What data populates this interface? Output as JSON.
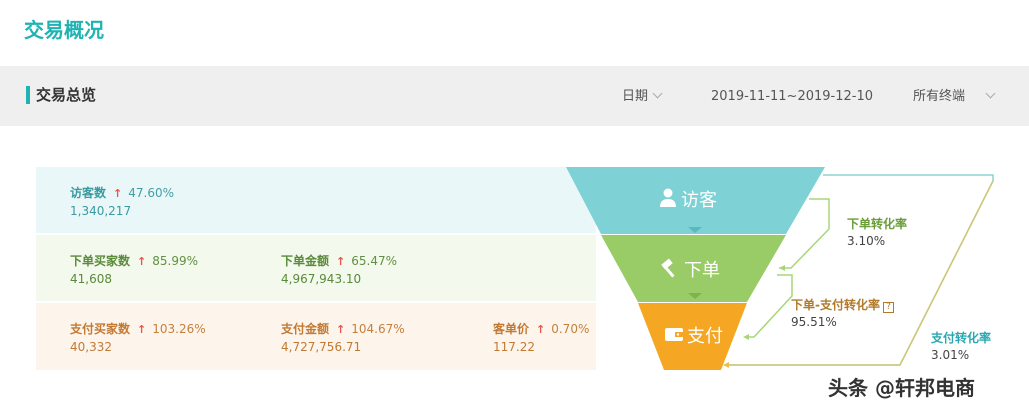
{
  "page_title": "交易概况",
  "toolbar": {
    "section_title": "交易总览",
    "date_label": "日期",
    "date_range": "2019-11-11~2019-12-10",
    "terminal_label": "所有终端"
  },
  "rows": [
    {
      "metrics": [
        {
          "label": "访客数",
          "pct": "47.60%",
          "value": "1,340,217"
        }
      ]
    },
    {
      "metrics": [
        {
          "label": "下单买家数",
          "pct": "85.99%",
          "value": "41,608"
        },
        {
          "label": "下单金额",
          "pct": "65.47%",
          "value": "4,967,943.10"
        }
      ]
    },
    {
      "metrics": [
        {
          "label": "支付买家数",
          "pct": "103.26%",
          "value": "40,332"
        },
        {
          "label": "支付金额",
          "pct": "104.67%",
          "value": "4,727,756.71"
        },
        {
          "label": "客单价",
          "pct": "0.70%",
          "value": "117.22"
        }
      ]
    }
  ],
  "funnel": {
    "stage1": "访客",
    "stage2": "下单",
    "stage3": "支付",
    "colors": {
      "stage1": "#7ed1d5",
      "stage2": "#99cc66",
      "stage3": "#f5a623"
    }
  },
  "rates": {
    "order_rate": {
      "label": "下单转化率",
      "value": "3.10%"
    },
    "order_pay_rate": {
      "label": "下单-支付转化率",
      "value": "95.51%"
    },
    "pay_rate": {
      "label": "支付转化率",
      "value": "3.01%"
    }
  },
  "watermark": "头条 @轩邦电商"
}
